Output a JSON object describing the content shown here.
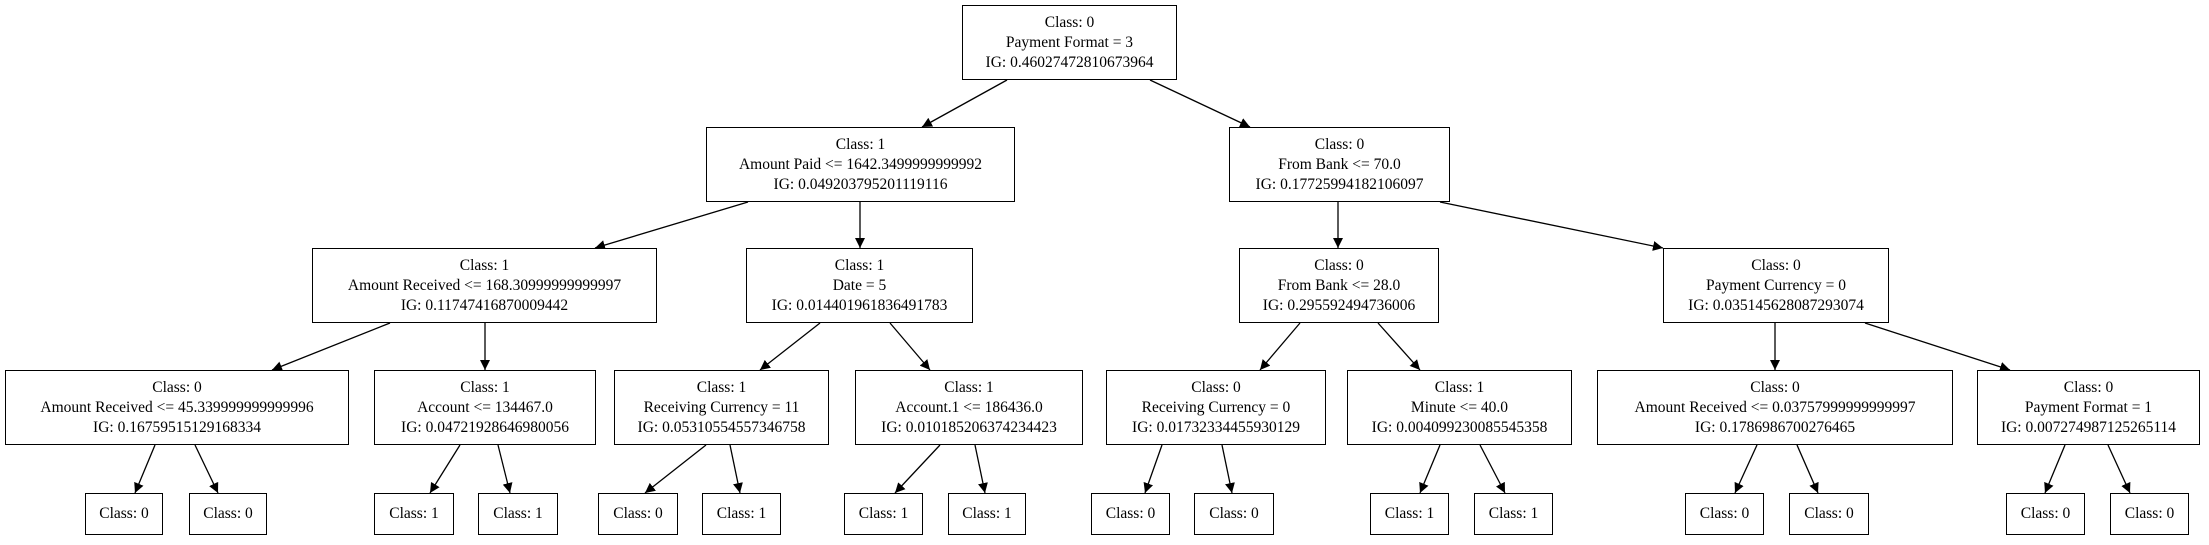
{
  "tree": {
    "root": {
      "class": "Class: 0",
      "rule": "Payment Format = 3",
      "ig": "IG: 0.46027472810673964"
    },
    "L": {
      "class": "Class: 1",
      "rule": "Amount Paid <= 1642.3499999999992",
      "ig": "IG: 0.04920379520111911​6"
    },
    "R": {
      "class": "Class: 0",
      "rule": "From Bank <= 70.0",
      "ig": "IG: 0.17725994182106097"
    },
    "LL": {
      "class": "Class: 1",
      "rule": "Amount Received <= 168.30999999999997",
      "ig": "IG: 0.11747416870009442"
    },
    "LR": {
      "class": "Class: 1",
      "rule": "Date = 5",
      "ig": "IG: 0.014401961836491783"
    },
    "RL": {
      "class": "Class: 0",
      "rule": "From Bank <= 28.0",
      "ig": "IG: 0.295592494736006"
    },
    "RR": {
      "class": "Class: 0",
      "rule": "Payment Currency = 0",
      "ig": "IG: 0.03514562808729307​4"
    },
    "LLL": {
      "class": "Class: 0",
      "rule": "Amount Received <= 45.339999999999996",
      "ig": "IG: 0.16759515129168334"
    },
    "LLR": {
      "class": "Class: 1",
      "rule": "Account <= 134467.0",
      "ig": "IG: 0.04721928646980056"
    },
    "LRL": {
      "class": "Class: 1",
      "rule": "Receiving Currency = 11",
      "ig": "IG: 0.05310554557346758"
    },
    "LRR": {
      "class": "Class: 1",
      "rule": "Account.1 <= 186436.0",
      "ig": "IG: 0.010185206374234423"
    },
    "RLL": {
      "class": "Class: 0",
      "rule": "Receiving Currency = 0",
      "ig": "IG: 0.01732334455930129"
    },
    "RLR": {
      "class": "Class: 1",
      "rule": "Minute <= 40.0",
      "ig": "IG: 0.004099230085545358"
    },
    "RRL": {
      "class": "Class: 0",
      "rule": "Amount Received <= 0.03757999999999997",
      "ig": "IG: 0.1786986700276465"
    },
    "RRR": {
      "class": "Class: 0",
      "rule": "Payment Format = 1",
      "ig": "IG: 0.007274987125265114"
    },
    "leaves": [
      "Class: 0",
      "Class: 0",
      "Class: 1",
      "Class: 1",
      "Class: 0",
      "Class: 1",
      "Class: 1",
      "Class: 1",
      "Class: 0",
      "Class: 0",
      "Class: 1",
      "Class: 1",
      "Class: 0",
      "Class: 0",
      "Class: 0",
      "Class: 0"
    ]
  }
}
